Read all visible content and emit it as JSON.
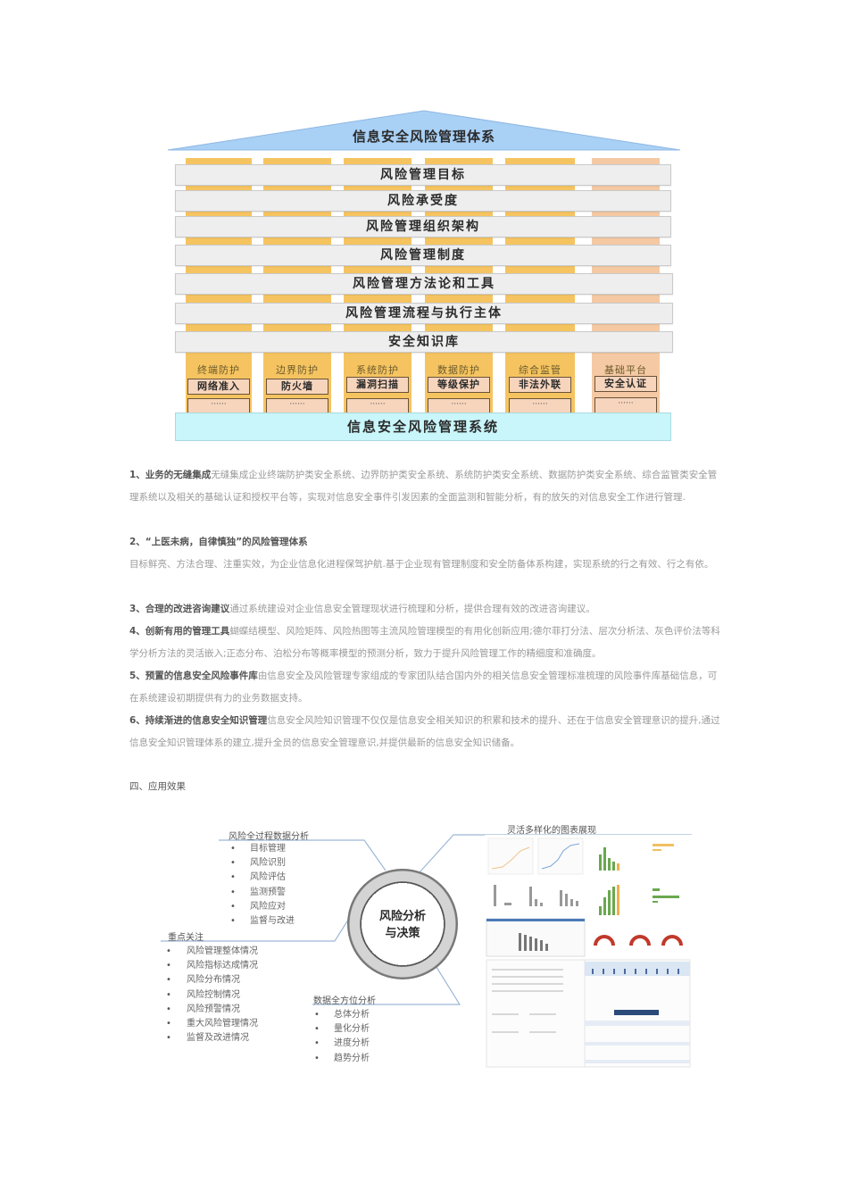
{
  "house_diagram": {
    "roof_title": "信息安全风险管理体系",
    "roof_color": "#a9d0f5",
    "layers": [
      "风险管理目标",
      "风险承受度",
      "风险管理组织架构",
      "风险管理制度",
      "风险管理方法论和工具",
      "风险管理流程与执行主体",
      "安全知识库"
    ],
    "columns": [
      {
        "title": "终端防护",
        "item": "网络准入",
        "more": "······"
      },
      {
        "title": "边界防护",
        "item": "防火墙",
        "more": "······"
      },
      {
        "title": "系统防护",
        "item": "漏洞扫描",
        "more": "······"
      },
      {
        "title": "数据防护",
        "item": "等级保护",
        "more": "······"
      },
      {
        "title": "综合监管",
        "item": "非法外联",
        "more": "······"
      },
      {
        "title": "基础平台",
        "item": "安全认证",
        "more": "······"
      }
    ],
    "base": "信息安全风险管理系统",
    "colors": {
      "pillar": "#f5c461",
      "pillar_alt": "#f4c9a3",
      "layer": "#eeeeee",
      "base": "#c9f6fb",
      "box": "#f7d5bd"
    }
  },
  "features": [
    {
      "title": "1、业务的无缝集成",
      "body": "无缝集成企业终端防护类安全系统、边界防护类安全系统、系统防护类安全系统、数据防护类安全系统、综合监管类安全管理系统以及相关的基础认证和授权平台等，实现对信息安全事件引发因素的全面监测和智能分析，有的放矢的对信息安全工作进行管理."
    },
    {
      "title": "2、“上医未病，自律慎独”的风险管理体系",
      "body": "目标鲜亮、方法合理、注重实效，为企业信息化进程保驾护航.基于企业现有管理制度和安全防备体系构建，实现系统的行之有效、行之有依。"
    },
    {
      "title": "3、合理的改进咨询建议",
      "body": "通过系统建设对企业信息安全管理现状进行梳理和分析，提供合理有效的改进咨询建议。"
    },
    {
      "title": "4、创新有用的管理工具",
      "body": "蝴蝶结模型、风险矩阵、风险热图等主流风险管理模型的有用化创新应用;德尔菲打分法、层次分析法、灰色评价法等科学分析方法的灵活嵌入;正态分布、泊松分布等概率模型的预测分析，致力于提升风险管理工作的精细度和准确度。"
    },
    {
      "title": "5、预置的信息安全风险事件库",
      "body": "由信息安全及风险管理专家组成的专家团队结合国内外的相关信息安全管理标准梳理的风险事件库基础信息，可在系统建设初期提供有力的业务数据支持。"
    },
    {
      "title": "6、持续渐进的信息安全知识管理",
      "body": "信息安全风险知识管理不仅仅是信息安全相关知识的积累和技术的提升、还在于信息安全管理意识的提升,通过信息安全知识管理体系的建立,提升全员的信息安全管理意识,并提供最新的信息安全知识储备。"
    }
  ],
  "section_heading": "四、应用效果",
  "effects_diagram": {
    "center": {
      "line1": "风险分析",
      "line2": "与决策"
    },
    "branches": {
      "process": {
        "title": "风险全过程数据分析",
        "items": [
          "目标管理",
          "风险识别",
          "风险评估",
          "监测预警",
          "风险应对",
          "监督与改进"
        ]
      },
      "focus": {
        "title": "重点关注",
        "items": [
          "风险管理整体情况",
          "风险指标达成情况",
          "风险分布情况",
          "风险控制情况",
          "风险预警情况",
          "重大风险管理情况",
          "监督及改进情况"
        ]
      },
      "data": {
        "title": "数据全方位分析",
        "items": [
          "总体分析",
          "量化分析",
          "进度分析",
          "趋势分析"
        ]
      },
      "charts": {
        "title": "灵活多样化的图表展现"
      }
    },
    "bullet": "•",
    "line_color": "#9db8d6"
  }
}
